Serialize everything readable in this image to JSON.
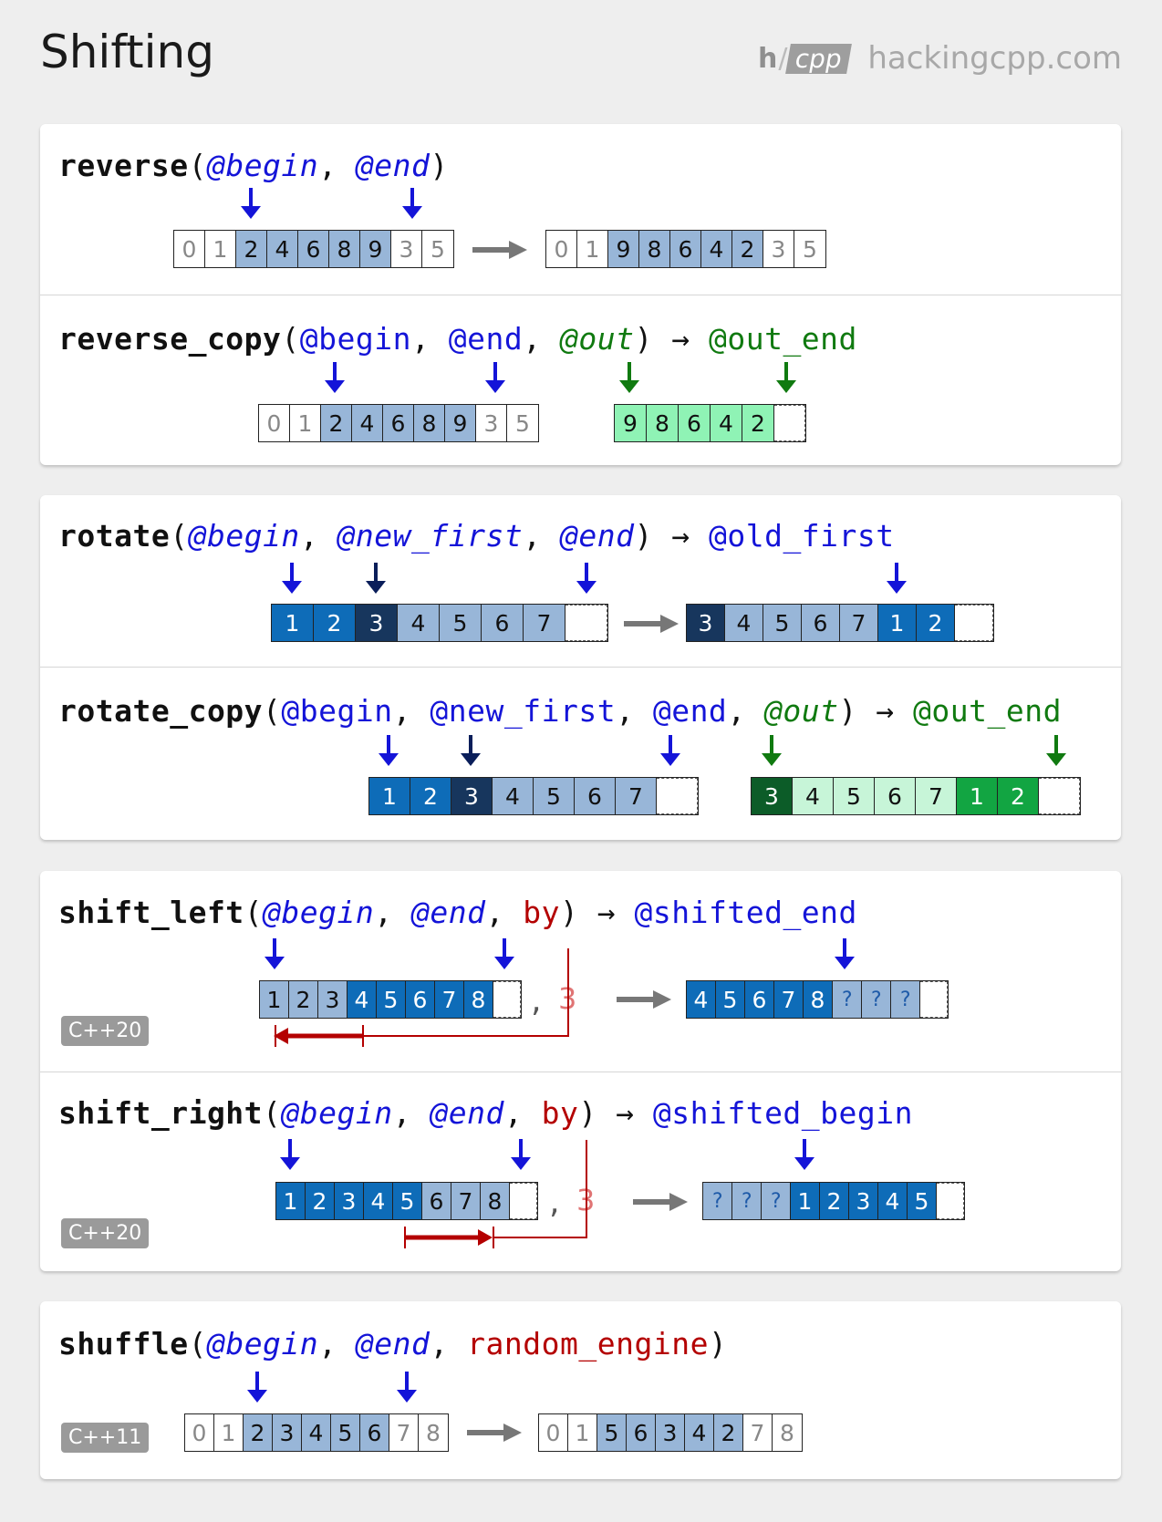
{
  "header": {
    "title": "Shifting",
    "logo_h": "h",
    "logo_slash": "/",
    "logo_cpp": "cpp",
    "url": "hackingcpp.com"
  },
  "colors": {
    "pointer_blue": "#1414d8",
    "pointer_dark": "#0a1e5a",
    "pointer_green": "#107a10",
    "shift_red": "#b40000",
    "arrow_gray": "#777777"
  },
  "reverse": {
    "fn": "reverse",
    "p1": "@begin",
    "p2": "@end",
    "input": [
      "0",
      "1",
      "2",
      "4",
      "6",
      "8",
      "9",
      "3",
      "5"
    ],
    "output": [
      "0",
      "1",
      "9",
      "8",
      "6",
      "4",
      "2",
      "3",
      "5"
    ]
  },
  "reverse_copy": {
    "fn": "reverse_copy",
    "p1": "@begin",
    "p2": "@end",
    "p3": "@out",
    "ret": "@out_end",
    "input": [
      "0",
      "1",
      "2",
      "4",
      "6",
      "8",
      "9",
      "3",
      "5"
    ],
    "output": [
      "9",
      "8",
      "6",
      "4",
      "2"
    ]
  },
  "rotate": {
    "fn": "rotate",
    "p1": "@begin",
    "p2": "@new_first",
    "p3": "@end",
    "ret": "@old_first",
    "input": [
      "1",
      "2",
      "3",
      "4",
      "5",
      "6",
      "7"
    ],
    "output": [
      "3",
      "4",
      "5",
      "6",
      "7",
      "1",
      "2"
    ]
  },
  "rotate_copy": {
    "fn": "rotate_copy",
    "p1": "@begin",
    "p2": "@new_first",
    "p3": "@end",
    "p4": "@out",
    "ret": "@out_end",
    "input": [
      "1",
      "2",
      "3",
      "4",
      "5",
      "6",
      "7"
    ],
    "output": [
      "3",
      "4",
      "5",
      "6",
      "7",
      "1",
      "2"
    ]
  },
  "shift_left": {
    "fn": "shift_left",
    "p1": "@begin",
    "p2": "@end",
    "p3": "by",
    "ret": "@shifted_end",
    "badge": "C++20",
    "input": [
      "1",
      "2",
      "3",
      "4",
      "5",
      "6",
      "7",
      "8"
    ],
    "by_value": "3",
    "comma": ",",
    "output": [
      "4",
      "5",
      "6",
      "7",
      "8",
      "?",
      "?",
      "?"
    ]
  },
  "shift_right": {
    "fn": "shift_right",
    "p1": "@begin",
    "p2": "@end",
    "p3": "by",
    "ret": "@shifted_begin",
    "badge": "C++20",
    "input": [
      "1",
      "2",
      "3",
      "4",
      "5",
      "6",
      "7",
      "8"
    ],
    "by_value": "3",
    "comma": ",",
    "output": [
      "?",
      "?",
      "?",
      "1",
      "2",
      "3",
      "4",
      "5"
    ]
  },
  "shuffle": {
    "fn": "shuffle",
    "p1": "@begin",
    "p2": "@end",
    "p3": "random_engine",
    "badge": "C++11",
    "input": [
      "0",
      "1",
      "2",
      "3",
      "4",
      "5",
      "6",
      "7",
      "8"
    ],
    "output": [
      "0",
      "1",
      "5",
      "6",
      "3",
      "4",
      "2",
      "7",
      "8"
    ]
  }
}
